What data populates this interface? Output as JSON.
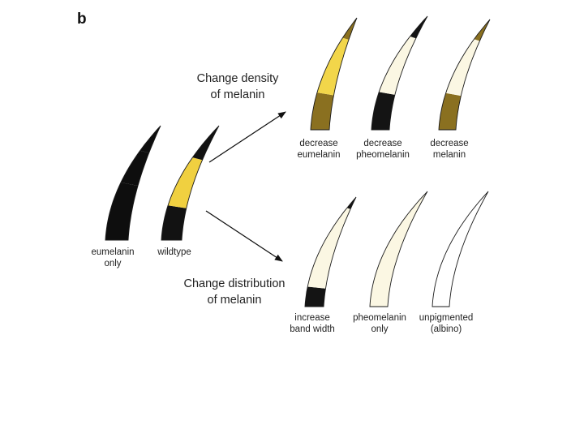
{
  "panel_letter": "b",
  "headings": {
    "density": [
      "Change density",
      "of melanin"
    ],
    "distribution": [
      "Change distribution",
      "of melanin"
    ]
  },
  "hairs": [
    {
      "id": "eumelanin-only",
      "label": [
        "eumelanin",
        "only"
      ],
      "bands": [
        "#0e0e0e",
        "#0e0e0e",
        "#0e0e0e"
      ]
    },
    {
      "id": "wildtype",
      "label": [
        "wildtype",
        ""
      ],
      "bands": [
        "#121212",
        "#f0d040",
        "#121212"
      ]
    },
    {
      "id": "decrease-eumelanin",
      "label": [
        "decrease",
        "eumelanin"
      ],
      "bands": [
        "#8a7020",
        "#f2d64a",
        "#8a7020"
      ]
    },
    {
      "id": "decrease-pheomelanin",
      "label": [
        "decrease",
        "pheomelanin"
      ],
      "bands": [
        "#141414",
        "#fbf7e3",
        "#141414"
      ]
    },
    {
      "id": "decrease-melanin",
      "label": [
        "decrease",
        "melanin"
      ],
      "bands": [
        "#8a7020",
        "#fbf7e3",
        "#8a7020"
      ]
    },
    {
      "id": "increase-band-width",
      "label": [
        "increase",
        "band width"
      ],
      "bands": [
        "#141414",
        "#fbf7e3",
        "#141414"
      ]
    },
    {
      "id": "pheomelanin-only",
      "label": [
        "pheomelanin",
        "only"
      ],
      "bands": [
        "#fbf7e3",
        "#fbf7e3",
        "#fbf7e3"
      ]
    },
    {
      "id": "unpigmented",
      "label": [
        "unpigmented",
        "(albino)"
      ],
      "bands": [
        "#ffffff",
        "#ffffff",
        "#ffffff"
      ]
    }
  ]
}
